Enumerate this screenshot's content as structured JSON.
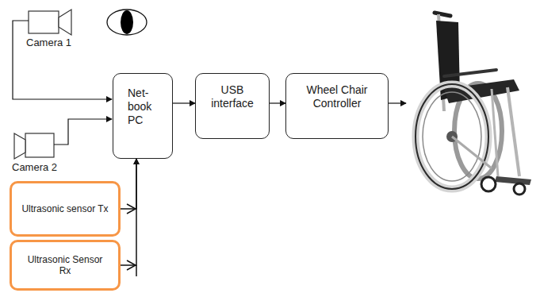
{
  "diagram": {
    "nodes": [
      {
        "text": [
          "Net-book PC"
        ]
      },
      {
        "text": [
          "USB interface"
        ]
      },
      {
        "text": [
          "Wheel Chair Controller"
        ]
      },
      {
        "text": [
          "Ultrasonic sensor Tx"
        ]
      },
      {
        "text": [
          "Ultrasonic Sensor Rx"
        ]
      }
    ],
    "edges": [
      {
        "from": 0,
        "to": 1,
        "arrow": "to"
      },
      {
        "from": 1,
        "to": 2,
        "arrow": "to"
      },
      {
        "from": 3,
        "to": 0,
        "arrow": "to"
      },
      {
        "from": 4,
        "to": 0,
        "arrow": "to"
      }
    ],
    "labels": [
      "Camera 1",
      "Camera 2"
    ]
  }
}
